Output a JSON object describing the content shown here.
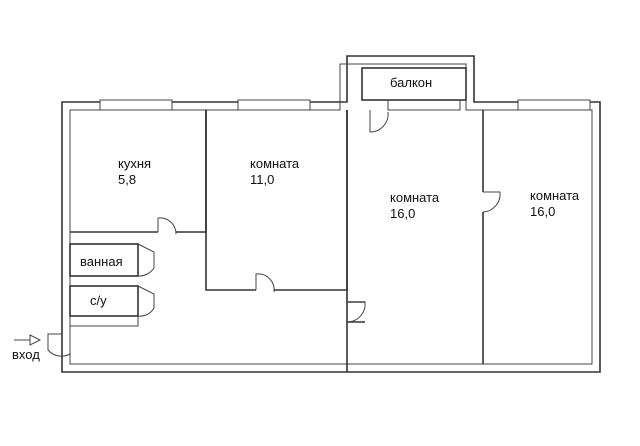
{
  "rooms": {
    "kitchen": {
      "name": "кухня",
      "area": "5,8"
    },
    "room1": {
      "name": "комната",
      "area": "11,0"
    },
    "room2": {
      "name": "комната",
      "area": "16,0"
    },
    "room3": {
      "name": "комната",
      "area": "16,0"
    },
    "bathroom": {
      "name": "ванная"
    },
    "toilet": {
      "name": "с/у"
    },
    "balcony": {
      "name": "балкон"
    }
  },
  "entrance": {
    "label": "вход"
  }
}
